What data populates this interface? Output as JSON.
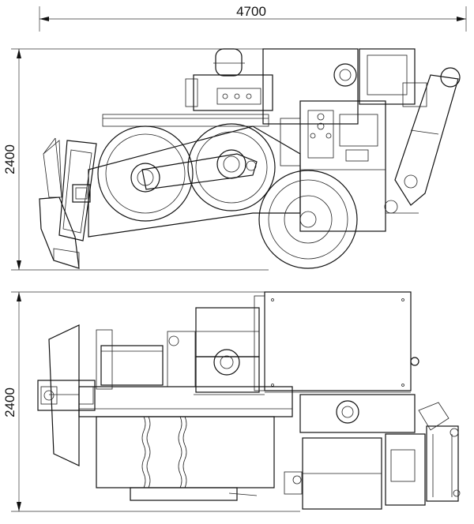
{
  "drawing": {
    "width_dimension": "4700",
    "side_height_dimension": "2400",
    "top_height_dimension": "2400"
  }
}
